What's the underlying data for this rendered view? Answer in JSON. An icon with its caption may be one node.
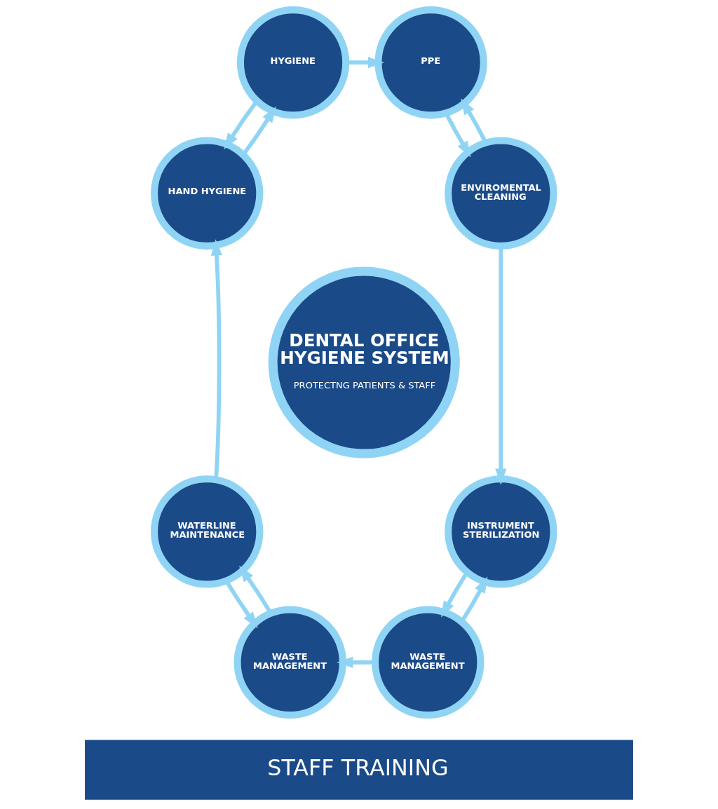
{
  "diagram": {
    "nodes": [
      {
        "text": [
          "DENTAL OFFICE HYGIENE SYSTEM",
          "PROTECTNG PATIENTS & STAFF"
        ]
      },
      {
        "text": [
          "HYGIENE"
        ]
      },
      {
        "text": [
          "PPE"
        ]
      },
      {
        "text": [
          "ENVIROMENTAL CLEANING"
        ]
      },
      {
        "text": [
          "INSTRUMENT STERILIZATION"
        ]
      },
      {
        "text": [
          "WASTE MANAGEMENT"
        ]
      },
      {
        "text": [
          "WASTE MANAGEMENT"
        ]
      },
      {
        "text": [
          "WATERLINE MAINTENANCE"
        ]
      },
      {
        "text": [
          "HAND HYGIENE"
        ]
      },
      {
        "text": [
          "STAFF TRAINING"
        ]
      }
    ],
    "edges": [
      {
        "from": 1,
        "to": 2,
        "arrow": "to"
      },
      {
        "from": 2,
        "to": 3,
        "arrow": "to"
      },
      {
        "from": 3,
        "to": 4,
        "arrow": "to"
      },
      {
        "from": 4,
        "to": 5,
        "arrow": "to"
      },
      {
        "from": 5,
        "to": 6,
        "arrow": "to"
      },
      {
        "from": 6,
        "to": 7,
        "arrow": "to"
      },
      {
        "from": 7,
        "to": 8,
        "arrow": "to"
      },
      {
        "from": 8,
        "to": 1,
        "arrow": "to"
      },
      {
        "from": 3,
        "to": 2,
        "arrow": "to"
      },
      {
        "from": 1,
        "to": 8,
        "arrow": "to"
      },
      {
        "from": 7,
        "to": 6,
        "arrow": "to"
      },
      {
        "from": 5,
        "to": 4,
        "arrow": "to"
      }
    ]
  }
}
